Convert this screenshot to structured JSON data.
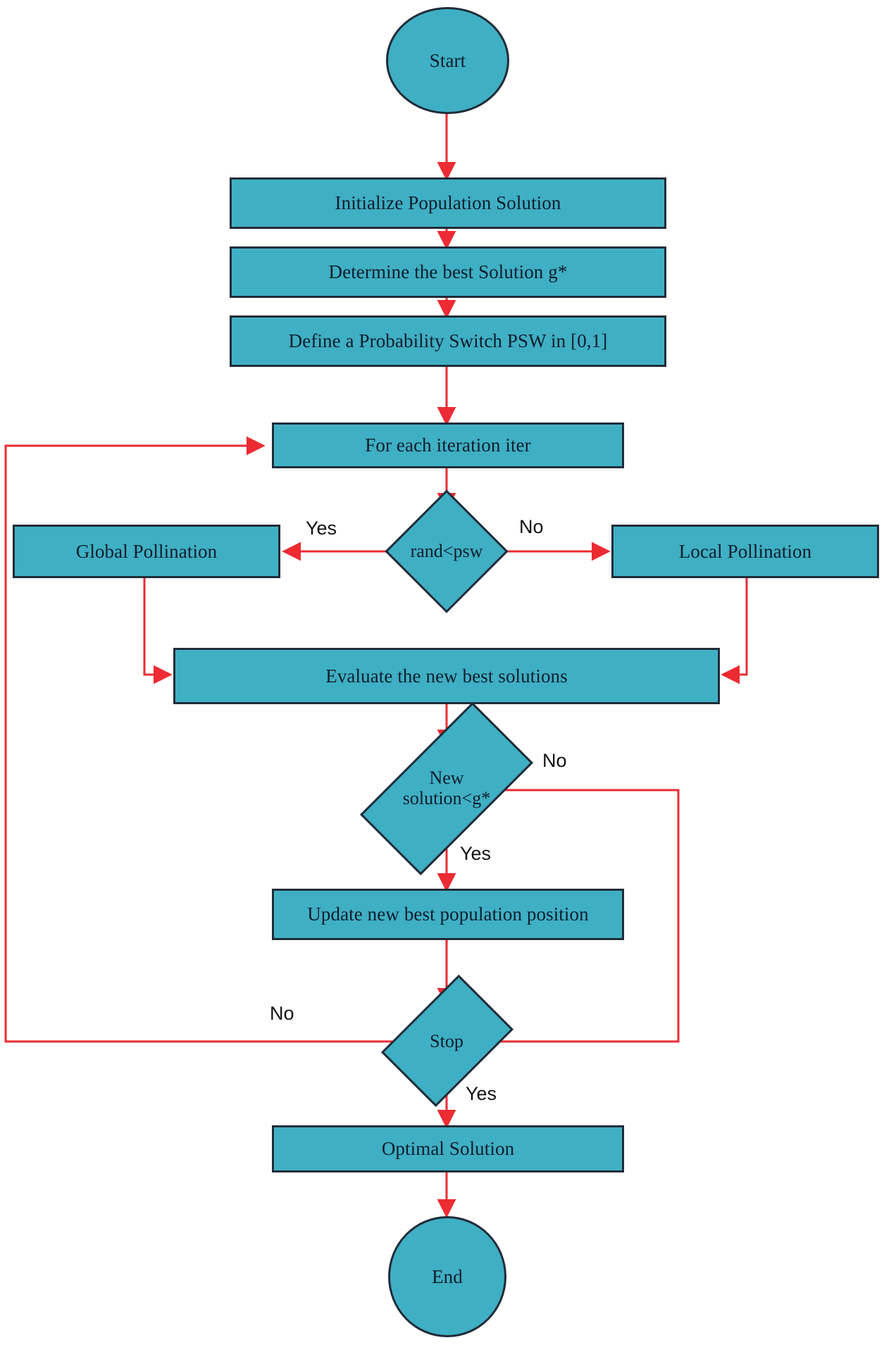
{
  "diagram": {
    "title": "Flower Pollination Algorithm Flowchart",
    "colors": {
      "node_fill": "#3fafc4",
      "node_border": "#1f2c38",
      "arrow": "#ec2b33",
      "text": "#101d2b",
      "background": "#ffffff"
    }
  },
  "nodes": {
    "start": {
      "label": "Start",
      "shape": "circle"
    },
    "init": {
      "label": "Initialize Population Solution",
      "shape": "process"
    },
    "determine": {
      "label": "Determine the best Solution g*",
      "shape": "process"
    },
    "define": {
      "label": "Define a Probability Switch PSW in [0,1]",
      "shape": "process"
    },
    "iteration": {
      "label": "For each iteration iter",
      "shape": "process"
    },
    "rand": {
      "label": "rand<psw",
      "shape": "decision"
    },
    "global": {
      "label": "Global Pollination",
      "shape": "process"
    },
    "local": {
      "label": "Local Pollination",
      "shape": "process"
    },
    "evaluate": {
      "label": "Evaluate the new best solutions",
      "shape": "process"
    },
    "newsol": {
      "label": "New\nsolution<g*",
      "shape": "decision"
    },
    "update": {
      "label": "Update new best population position",
      "shape": "process"
    },
    "stop": {
      "label": "Stop",
      "shape": "decision"
    },
    "optimal": {
      "label": "Optimal Solution",
      "shape": "process"
    },
    "end": {
      "label": "End",
      "shape": "circle"
    }
  },
  "edge_labels": {
    "rand_yes": "Yes",
    "rand_no": "No",
    "newsol_no": "No",
    "newsol_yes": "Yes",
    "stop_no": "No",
    "stop_yes": "Yes"
  }
}
